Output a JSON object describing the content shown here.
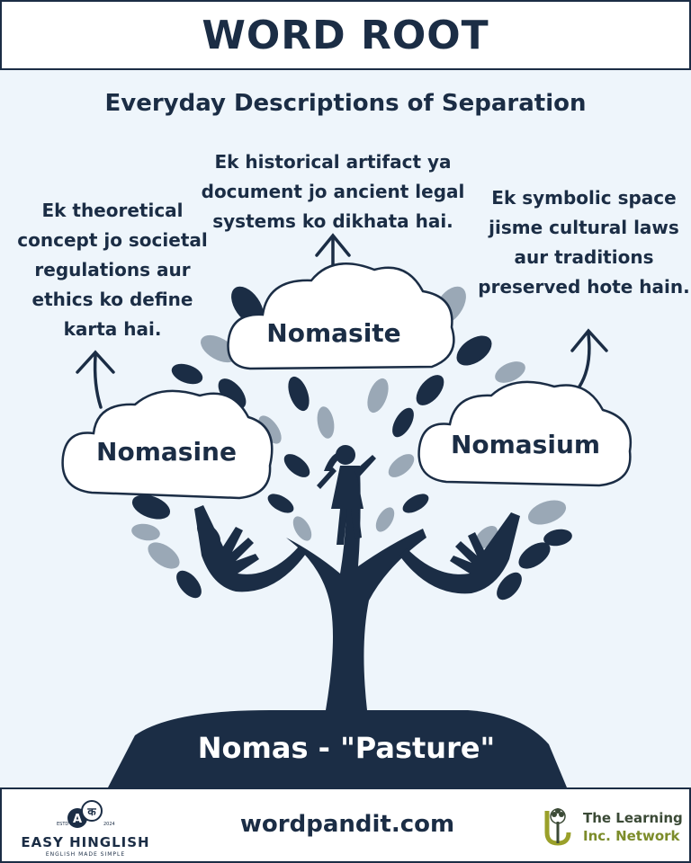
{
  "header": {
    "title": "WORD ROOT"
  },
  "subtitle": "Everyday Descriptions of Separation",
  "words": [
    {
      "label": "Nomasine",
      "description": "Ek theoretical concept jo societal regulations aur ethics ko define karta hai."
    },
    {
      "label": "Nomasite",
      "description": "Ek historical artifact ya document jo ancient legal systems ko dikhata hai."
    },
    {
      "label": "Nomasium",
      "description": "Ek symbolic space jisme cultural laws aur traditions preserved hote hain."
    }
  ],
  "root": {
    "label": "Nomas - \"Pasture\""
  },
  "footer": {
    "left_brand": {
      "estd": "ESTD",
      "year": "2024",
      "badge_a": "A",
      "badge_ka": "क",
      "name": "EASY HINGLISH",
      "tagline": "ENGLISH MADE SIMPLE"
    },
    "website": "wordpandit.com",
    "right_brand": {
      "line1": "The Learning",
      "line2": "Inc. Network"
    }
  },
  "colors": {
    "navy": "#1b2d45",
    "background": "#eef5fb",
    "leaf_light": "#9aa8b6",
    "olive": "#7c8c2a"
  }
}
